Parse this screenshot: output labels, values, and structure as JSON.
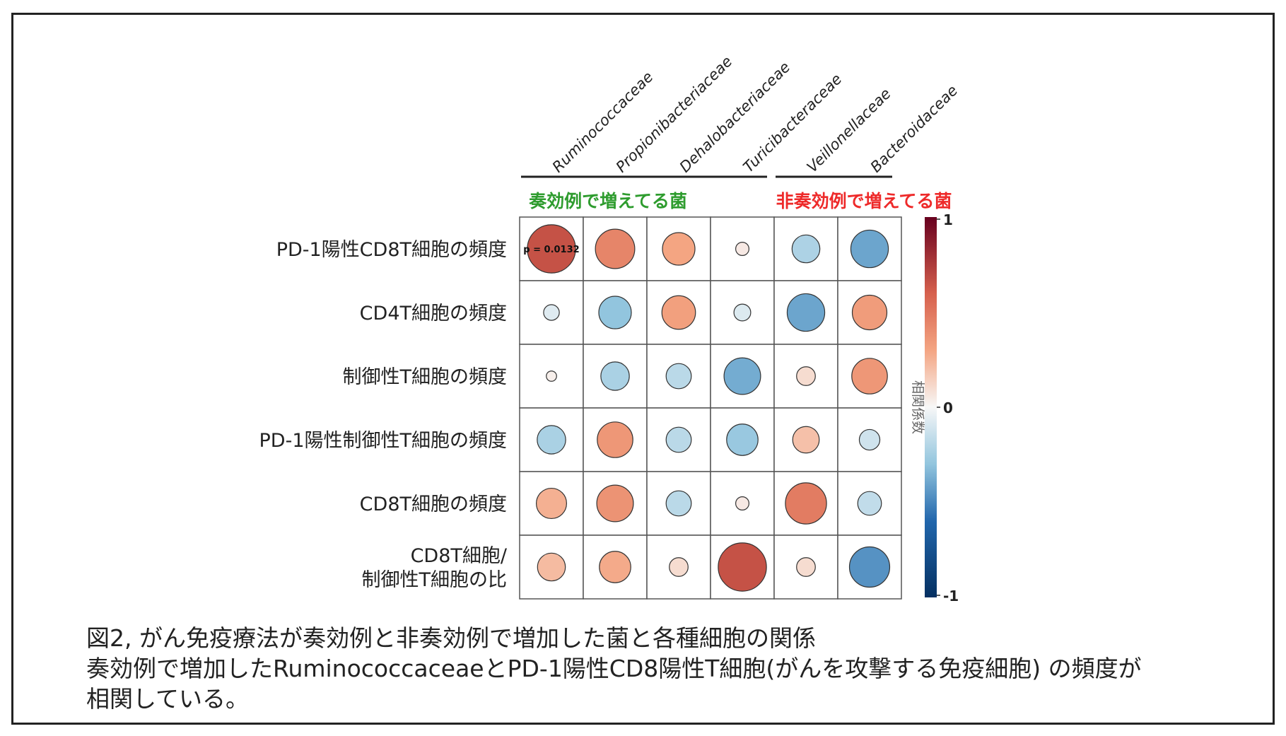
{
  "chart_data": {
    "type": "heatmap",
    "columns": [
      "Ruminococcaceae",
      "Propionibacteriaceae",
      "Dehalobacteriaceae",
      "Turicibacteraceae",
      "Veillonellaceae",
      "Bacteroidaceae"
    ],
    "rows": [
      [
        "PD-1陽性CD8T細胞の頻度"
      ],
      [
        "CD4T細胞の頻度"
      ],
      [
        "制御性T細胞の頻度"
      ],
      [
        "PD-1陽性制御性T細胞の頻度"
      ],
      [
        "CD8T細胞の頻度"
      ],
      [
        "CD8T細胞/",
        "制御性T細胞の比"
      ]
    ],
    "values": [
      [
        0.66,
        0.44,
        0.3,
        0.05,
        -0.22,
        -0.4
      ],
      [
        -0.07,
        -0.3,
        0.32,
        -0.08,
        -0.4,
        0.34
      ],
      [
        0.03,
        -0.23,
        -0.18,
        -0.38,
        0.1,
        0.36
      ],
      [
        -0.23,
        0.36,
        -0.18,
        -0.28,
        0.2,
        -0.12
      ],
      [
        0.26,
        0.38,
        -0.18,
        0.05,
        0.48,
        -0.16
      ],
      [
        0.22,
        0.28,
        0.1,
        0.66,
        0.1,
        -0.46
      ]
    ],
    "group_labels": [
      {
        "text": "奏効例で増えてる菌",
        "color": "#2e9c2e",
        "columns": [
          0,
          3
        ]
      },
      {
        "text": "非奏効例で増えてる菌",
        "color": "#ee2a2a",
        "columns": [
          4,
          5
        ]
      }
    ],
    "annotation": {
      "text": "p = 0.0132",
      "row": 0,
      "col": 0
    },
    "colorbar": {
      "title": "相関係数",
      "min": -1,
      "max": 1,
      "ticks": [
        "1",
        "0",
        "-1"
      ],
      "colors": [
        "#67001f",
        "#f7f7f7",
        "#053061"
      ]
    }
  },
  "caption": {
    "line1": "図2, がん免疫療法が奏効例と非奏効例で増加した菌と各種細胞の関係",
    "line2": "奏効例で増加したRuminococcaceaeとPD-1陽性CD8陽性T細胞(がんを攻撃する免疫細胞) の頻度が",
    "line3": "相関している。"
  }
}
